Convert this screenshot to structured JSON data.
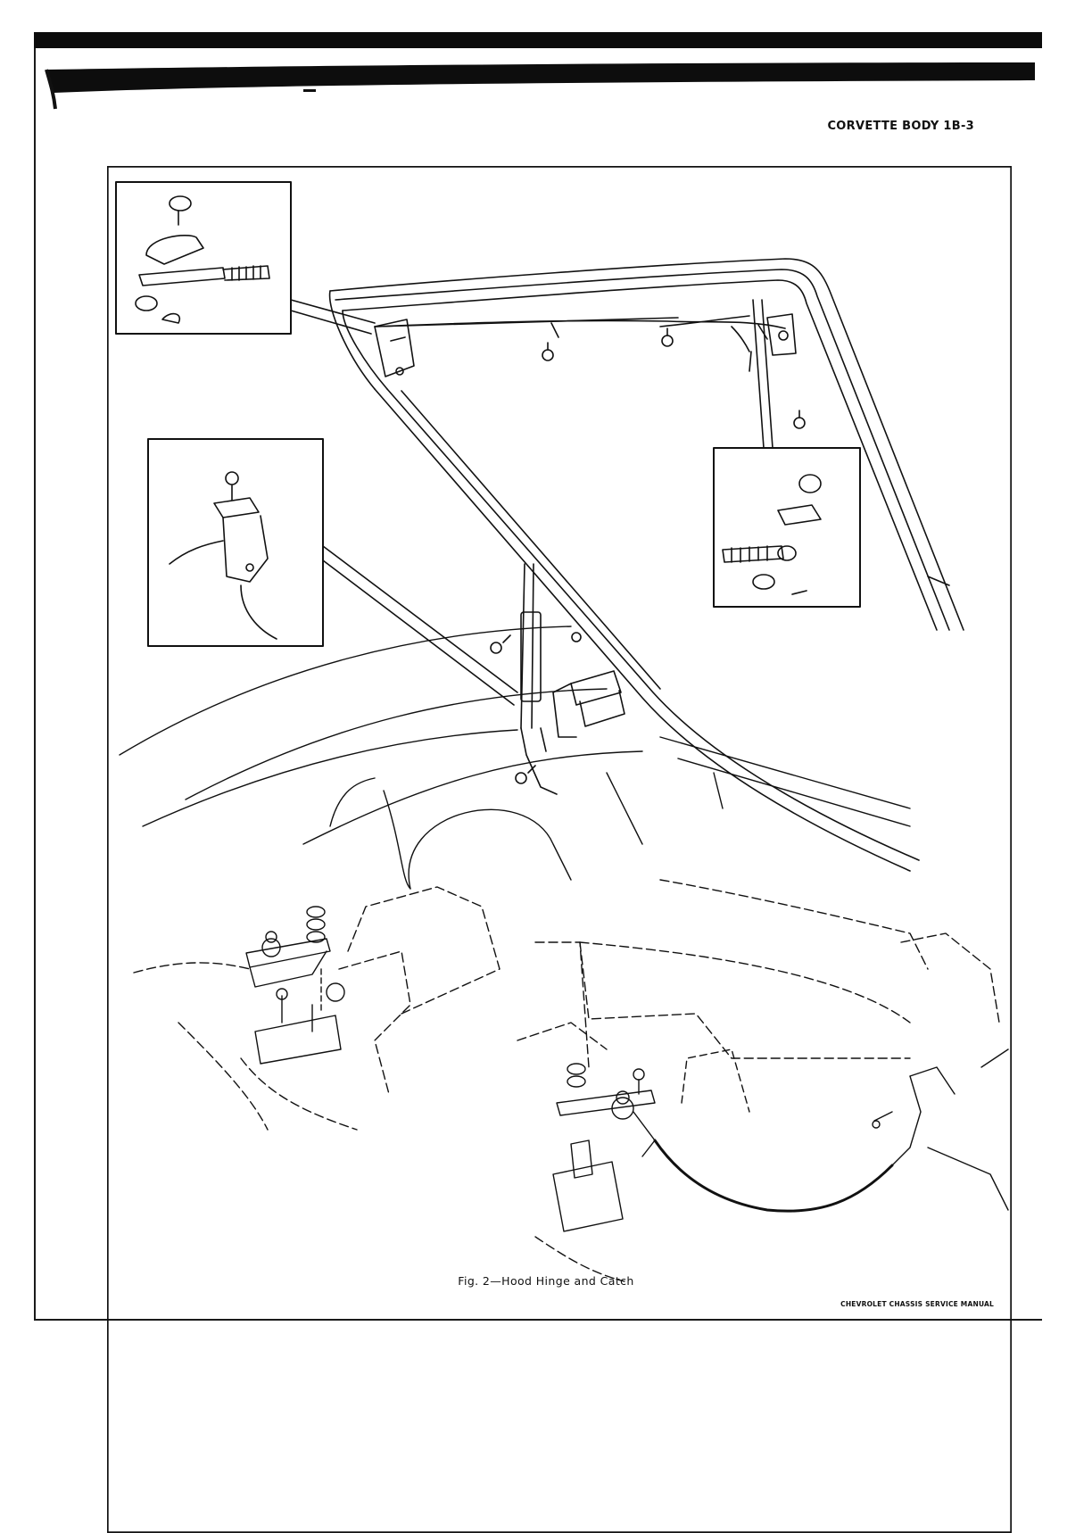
{
  "page": {
    "header": "CORVETTE BODY 1B-3",
    "caption": "Fig. 2—Hood Hinge and Catch",
    "footer": "CHEVROLET CHASSIS SERVICE MANUAL"
  },
  "colors": {
    "ink": "#111111",
    "paper": "#ffffff"
  }
}
